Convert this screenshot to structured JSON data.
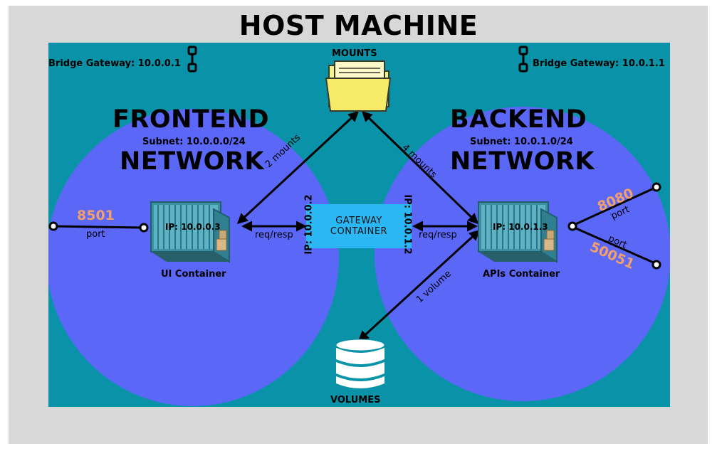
{
  "title": "HOST MACHINE",
  "bridge_gateways": {
    "frontend": "Bridge Gateway: 10.0.0.1",
    "backend": "Bridge Gateway: 10.0.1.1"
  },
  "networks": {
    "frontend": {
      "name_line1": "FRONTEND",
      "name_line2": "NETWORK",
      "subnet": "Subnet: 10.0.0.0/24"
    },
    "backend": {
      "name_line1": "BACKEND",
      "name_line2": "NETWORK",
      "subnet": "Subnet: 10.0.1.0/24"
    }
  },
  "mounts_label": "MOUNTS",
  "volumes_label": "VOLUMES",
  "containers": {
    "ui": {
      "name": "UI Container",
      "ip": "IP: 10.0.0.3"
    },
    "apis": {
      "name": "APIs Container",
      "ip": "IP: 10.0.1.3"
    },
    "gateway": {
      "line1": "GATEWAY",
      "line2": "CONTAINER",
      "ip_frontend": "IP: 10.0.0.2",
      "ip_backend": "IP: 10.0.1.2"
    }
  },
  "ports": {
    "ui": {
      "number": "8501",
      "label": "port"
    },
    "api_http": {
      "number": "8080",
      "label": "port"
    },
    "api_grpc": {
      "number": "50051",
      "label": "port"
    }
  },
  "links": {
    "ui_mounts": "2 mounts",
    "api_mounts": "4 mounts",
    "api_volume": "1 volume",
    "ui_gateway": "req/resp",
    "gateway_api": "req/resp"
  },
  "colors": {
    "host_background": "#0a93a8",
    "network_circle": "#5b67f7",
    "gateway_box": "#2bb7f3",
    "port_number": "#f2a06b",
    "folder": "#f7f38a"
  },
  "icons": {
    "mounts": "folder-icon",
    "volumes": "database-icon",
    "containers": "shipping-container-icon",
    "bridge": "bridge-gateway-icon"
  }
}
